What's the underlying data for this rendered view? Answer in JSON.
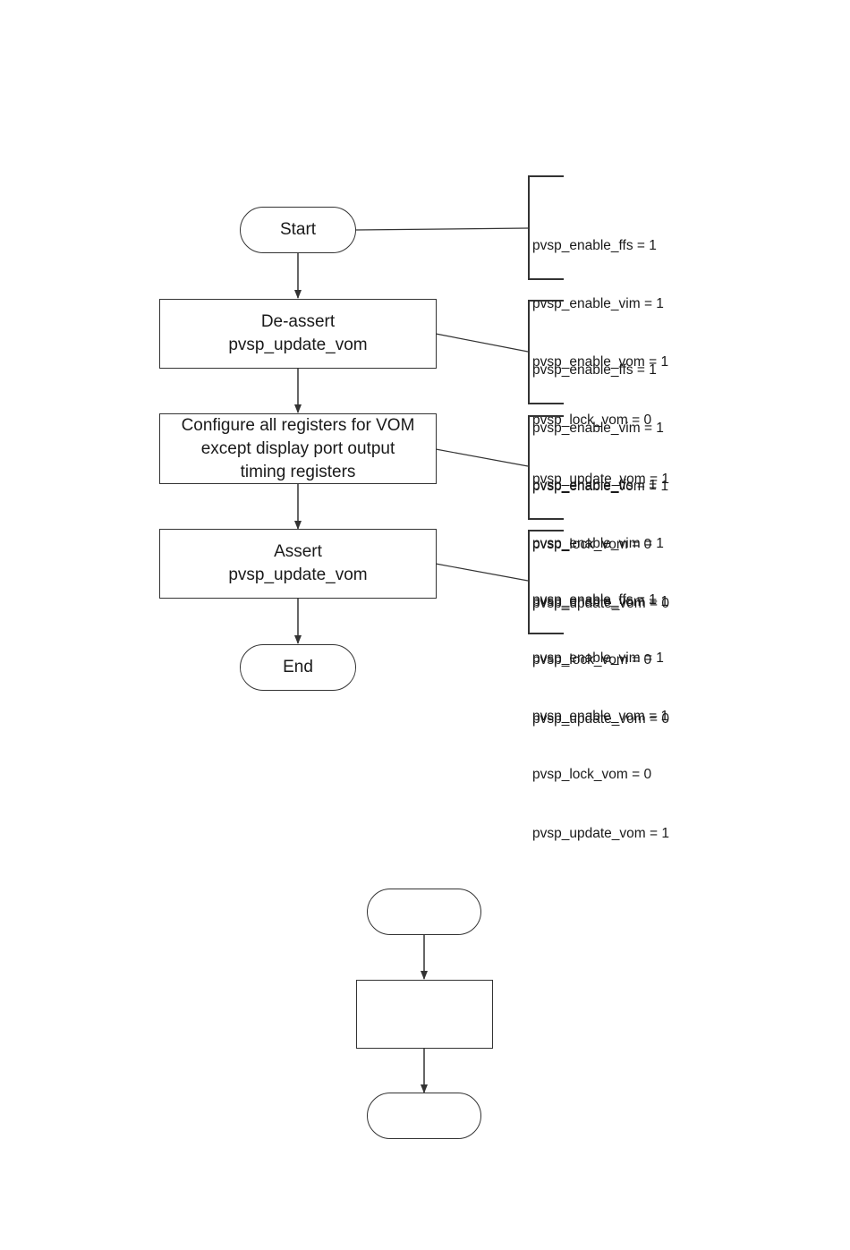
{
  "flow": {
    "start": "Start",
    "step1": [
      "De-assert",
      "pvsp_update_vom"
    ],
    "step2": [
      "Configure all registers for VOM",
      "except display port output",
      "timing registers"
    ],
    "step3": [
      "Assert",
      "pvsp_update_vom"
    ],
    "end": "End"
  },
  "notes": [
    [
      "pvsp_enable_ffs = 1",
      "pvsp_enable_vim = 1",
      "pvsp_enable_vom = 1",
      "pvsp_lock_vom = 0",
      "pvsp_update_vom = 1"
    ],
    [
      "pvsp_enable_ffs = 1",
      "pvsp_enable_vim = 1",
      "pvsp_enable_vom = 1",
      "pvsp_lock_vom = 0",
      "pvsp_update_vom = 0"
    ],
    [
      "pvsp_enable_ffs = 1",
      "pvsp_enable_vim = 1",
      "pvsp_enable_vom = 1",
      "pvsp_lock_vom = 0",
      "pvsp_update_vom = 0"
    ],
    [
      "pvsp_enable_ffs = 1",
      "pvsp_enable_vim = 1",
      "pvsp_enable_vom = 1",
      "pvsp_lock_vom = 0",
      "pvsp_update_vom = 1"
    ]
  ],
  "colors": {
    "stroke": "#333333",
    "text": "#1a1a1a",
    "background": "#ffffff"
  }
}
